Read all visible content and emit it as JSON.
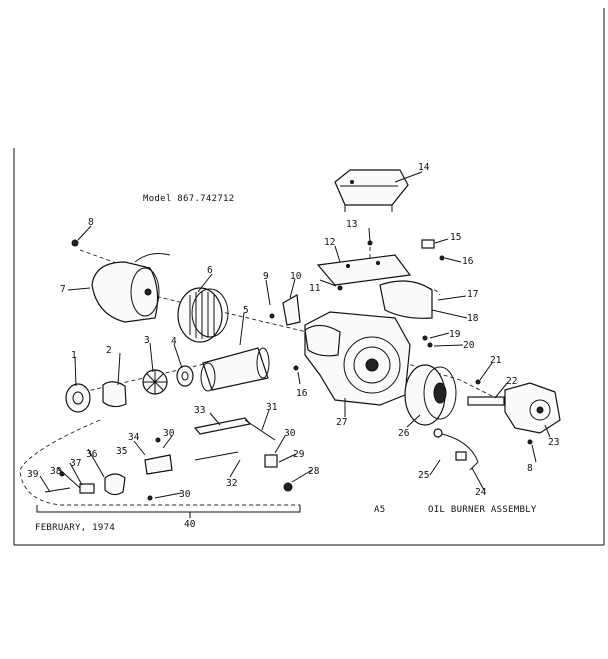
{
  "model_label": "Model 867.742712",
  "section_code": "A5",
  "assembly_title": "OIL BURNER ASSEMBLY",
  "date_label": "FEBRUARY, 1974",
  "part_numbers": [
    "1",
    "2",
    "3",
    "4",
    "5",
    "6",
    "7",
    "8",
    "9",
    "10",
    "11",
    "12",
    "13",
    "14",
    "15",
    "16",
    "17",
    "18",
    "19",
    "20",
    "21",
    "22",
    "23",
    "24",
    "25",
    "26",
    "27",
    "28",
    "29",
    "30",
    "31",
    "32",
    "33",
    "34",
    "35",
    "36",
    "37",
    "38",
    "39",
    "40"
  ],
  "duplicate_labels": {
    "p8b": "8",
    "p16b": "16",
    "p30b": "30",
    "p30c": "30"
  }
}
